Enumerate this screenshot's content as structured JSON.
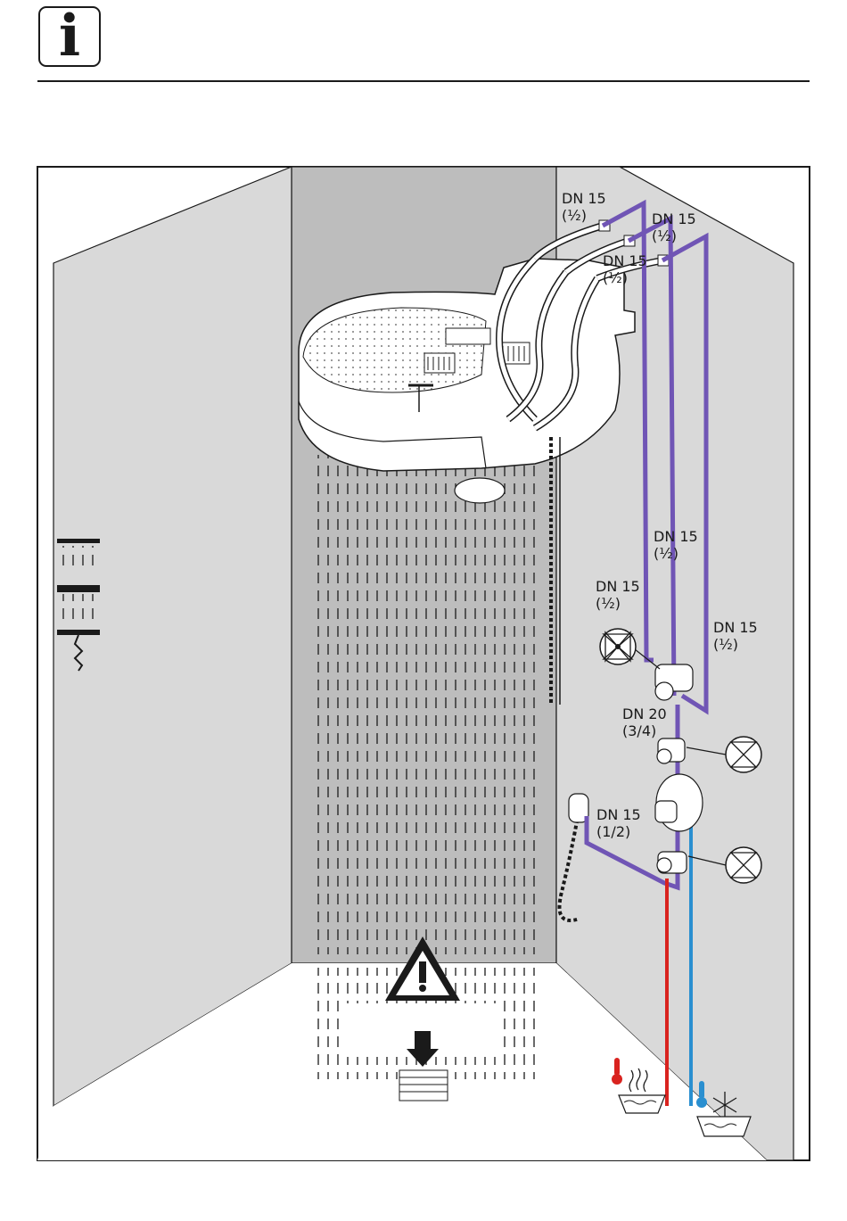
{
  "header": {
    "info_icon_letter": "i"
  },
  "labels": {
    "pipe_top_1": {
      "size": "DN 15",
      "inch": "(½)"
    },
    "pipe_top_2": {
      "size": "DN 15",
      "inch": "(½)"
    },
    "pipe_top_3": {
      "size": "DN 15",
      "inch": "(½)"
    },
    "pipe_mid_right": {
      "size": "DN 15",
      "inch": "(½)"
    },
    "pipe_mid_left": {
      "size": "DN 15",
      "inch": "(½)"
    },
    "pipe_far_right": {
      "size": "DN 15",
      "inch": "(½)"
    },
    "pipe_main": {
      "size": "DN 20",
      "inch": "(3/4)"
    },
    "pipe_hand": {
      "size": "DN 15",
      "inch": "(1/2)"
    }
  },
  "icons": [
    "info-icon",
    "warning-triangle-icon",
    "down-arrow-icon",
    "hot-water-thermometer-icon",
    "cold-water-snowflake-icon",
    "shut-off-valve-icon",
    "flow-valve-icon",
    "spray-mode-icon"
  ],
  "colors": {
    "wall": "#d9d9d9",
    "back_wall": "#bdbdbd",
    "pipe": "#7055b5",
    "hot_pipe": "#d9231f",
    "cold_pipe": "#2a8fd0",
    "line": "#1a1a1a"
  }
}
